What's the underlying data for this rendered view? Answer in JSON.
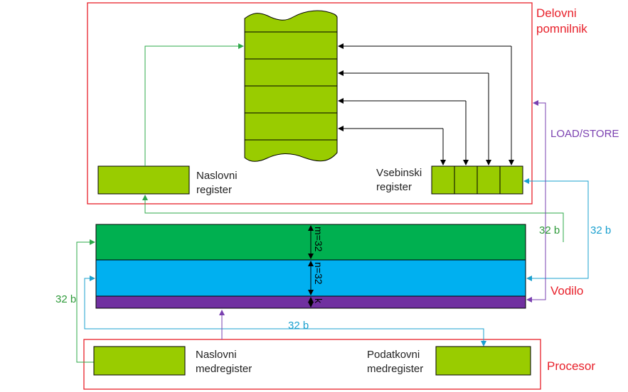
{
  "diagram": {
    "memory_title": "Delovni\npomnilnik",
    "address_register_label": "Naslovni\nregister",
    "data_register_label": "Vsebinski\nregister",
    "load_store_label": "LOAD/STORE",
    "bus_title": "Vodilo",
    "processor_title": "Procesor",
    "address_bus_width": "32 b",
    "data_bus_width_right": "32 b",
    "address_bus_width_left": "32 b",
    "data_bus_width_bottom": "32 b",
    "bus_m_label": "m=32",
    "bus_n_label": "n=32",
    "bus_k_label": "k",
    "mar_label": "Naslovni\nmedregister",
    "mdr_label": "Podatkovni\nmedregister",
    "colors": {
      "register_fill": "#99cc00",
      "address_bus": "#00b050",
      "data_bus": "#00b0f0",
      "control_bus": "#7030a0",
      "frame": "#e8202a",
      "address_arrow": "#2ea84a",
      "data_arrow": "#1aa0cf",
      "control_arrow": "#7a40b0"
    }
  }
}
